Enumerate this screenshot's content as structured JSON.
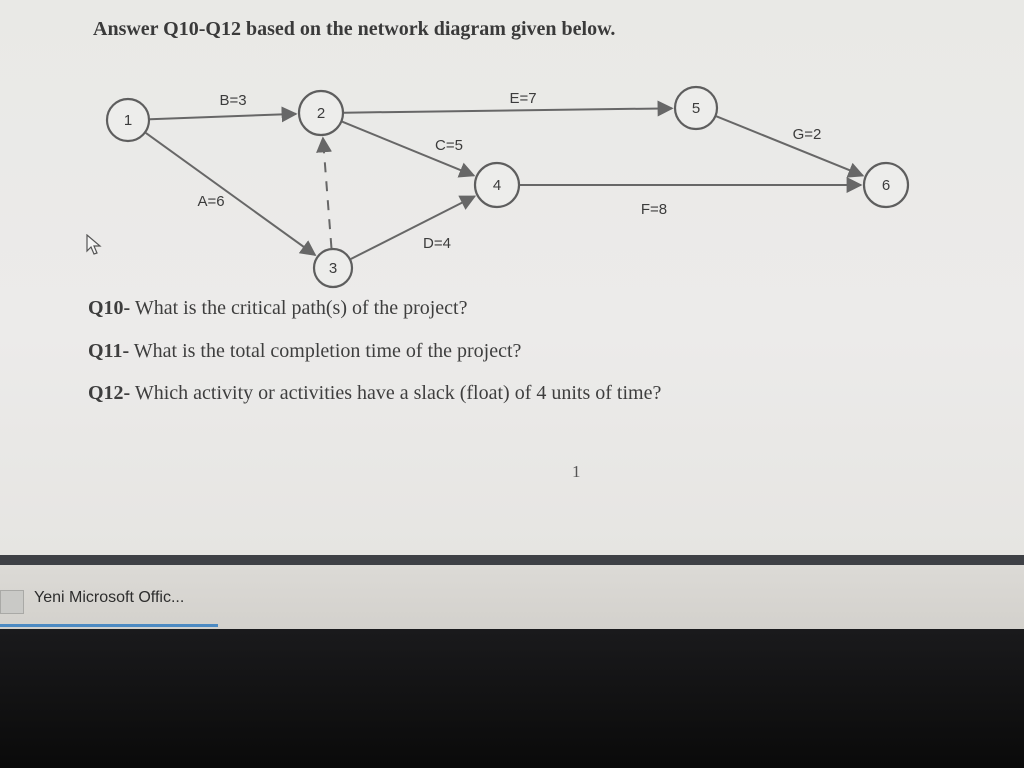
{
  "document": {
    "heading": "Answer Q10-Q12 based on the network diagram given below.",
    "network": {
      "nodes": [
        {
          "id": "1",
          "label": "1"
        },
        {
          "id": "2",
          "label": "2"
        },
        {
          "id": "3",
          "label": "3"
        },
        {
          "id": "4",
          "label": "4"
        },
        {
          "id": "5",
          "label": "5"
        },
        {
          "id": "6",
          "label": "6"
        }
      ],
      "activities": [
        {
          "from": "1",
          "to": "2",
          "label": "B=3"
        },
        {
          "from": "1",
          "to": "3",
          "label": "A=6"
        },
        {
          "from": "2",
          "to": "5",
          "label": "E=7"
        },
        {
          "from": "2",
          "to": "4",
          "label": "C=5"
        },
        {
          "from": "3",
          "to": "4",
          "label": "D=4"
        },
        {
          "from": "4",
          "to": "6",
          "label": "F=8"
        },
        {
          "from": "5",
          "to": "6",
          "label": "G=2"
        },
        {
          "from": "3",
          "to": "2",
          "label": "",
          "dummy": true
        }
      ]
    },
    "questions": [
      {
        "num": "Q10-",
        "text": " What is the critical path(s) of the project?"
      },
      {
        "num": "Q11-",
        "text": " What is the total completion time of the project?"
      },
      {
        "num": "Q12-",
        "text": " Which activity or activities have a slack (float) of 4 units of time?"
      }
    ],
    "page_number": "1"
  },
  "taskbar": {
    "item_label": "Yeni Microsoft Offic..."
  }
}
